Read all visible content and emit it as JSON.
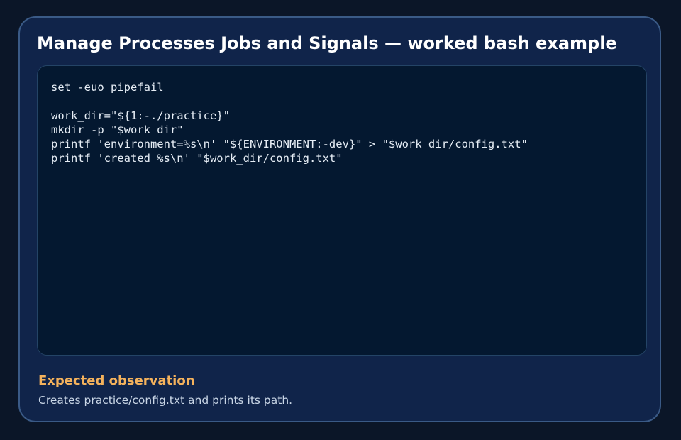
{
  "card": {
    "title": "Manage Processes Jobs and Signals — worked bash example",
    "code": "set -euo pipefail\n\nwork_dir=\"${1:-./practice}\"\nmkdir -p \"$work_dir\"\nprintf 'environment=%s\\n' \"${ENVIRONMENT:-dev}\" > \"$work_dir/config.txt\"\nprintf 'created %s\\n' \"$work_dir/config.txt\"",
    "observation_heading": "Expected observation",
    "observation_text": "Creates practice/config.txt and prints its path."
  },
  "colors": {
    "page_background": "#0b1628",
    "card_background": "#10244a",
    "code_background": "#041830",
    "accent": "#f4b25c"
  }
}
